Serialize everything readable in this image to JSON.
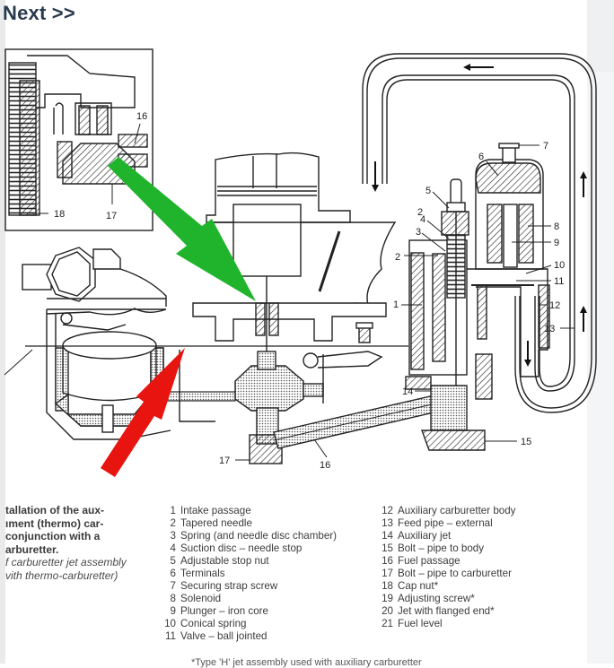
{
  "nav": {
    "next_label": "Next >>"
  },
  "figure": {
    "caption_title_lines": [
      "tallation of the aux-",
      "ıment (thermo) car-",
      " conjunction with a",
      "arburetter."
    ],
    "caption_sub_lines": [
      "f carburetter jet assembly",
      "vith thermo-carburetter)"
    ],
    "callouts": [
      "1",
      "2",
      "3",
      "4",
      "5",
      "6",
      "7",
      "8",
      "9",
      "10",
      "11",
      "12",
      "13",
      "14",
      "15",
      "16",
      "17",
      "18"
    ],
    "inset_callouts": {
      "c16": "16",
      "c17": "17",
      "c18": "18"
    },
    "main_callouts": {
      "c17": "17",
      "c16": "16",
      "c15": "15",
      "c14": "14"
    },
    "arrow_colors": {
      "green": "#1fb42c",
      "red": "#e8140f"
    }
  },
  "legend": {
    "column1": [
      {
        "num": "1",
        "text": "Intake passage"
      },
      {
        "num": "2",
        "text": "Tapered needle"
      },
      {
        "num": "3",
        "text": "Spring (and needle disc chamber)"
      },
      {
        "num": "4",
        "text": "Suction disc – needle stop"
      },
      {
        "num": "5",
        "text": "Adjustable stop nut"
      },
      {
        "num": "6",
        "text": "Terminals"
      },
      {
        "num": "7",
        "text": "Securing strap screw"
      },
      {
        "num": "8",
        "text": "Solenoid"
      },
      {
        "num": "9",
        "text": "Plunger – iron core"
      },
      {
        "num": "10",
        "text": "Conical spring"
      },
      {
        "num": "11",
        "text": "Valve – ball jointed"
      }
    ],
    "column2": [
      {
        "num": "12",
        "text": "Auxiliary carburetter body"
      },
      {
        "num": "13",
        "text": "Feed pipe – external"
      },
      {
        "num": "14",
        "text": "Auxiliary jet"
      },
      {
        "num": "15",
        "text": "Bolt – pipe to body"
      },
      {
        "num": "16",
        "text": "Fuel passage"
      },
      {
        "num": "17",
        "text": "Bolt – pipe to carburetter"
      },
      {
        "num": "18",
        "text": "Cap nut*"
      },
      {
        "num": "19",
        "text": "Adjusting screw*"
      },
      {
        "num": "20",
        "text": "Jet with flanged end*"
      },
      {
        "num": "21",
        "text": "Fuel level"
      }
    ]
  },
  "footnote": "*Type 'H' jet assembly used with auxiliary carburetter"
}
